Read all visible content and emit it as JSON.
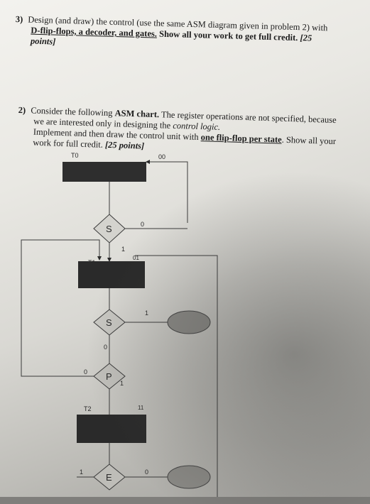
{
  "problem3": {
    "number": "3)",
    "text1": "Design (and draw) the control (use the same ASM diagram given in problem 2) with",
    "text2a": "D-flip-flops, a decoder, and gates.",
    "text2b": " Show all your work to get full credit.",
    "text2c": "  [25",
    "text3": "points]"
  },
  "problem2": {
    "number": "2)",
    "l1a": "Consider the following ",
    "l1b": "ASM chart.",
    "l1c": " The register operations are not specified, because",
    "l2a": "we are interested only in designing the ",
    "l2b": "control logic.",
    "l3a": "Implement and then draw the control unit with ",
    "l3b": "one flip-flop per state",
    "l3c": ". Show all your",
    "l4a": "work for full credit. ",
    "l4b": "[25 points]"
  },
  "asm": {
    "state_T0": "T0",
    "code_T0": "00",
    "decision1_var": "S",
    "decision1_zero": "0",
    "decision1_one": "1",
    "state_T1": "T1",
    "code_T1": "01",
    "decision2_var": "S",
    "decision2_one": "1",
    "decision2_zero": "0",
    "decision3_var": "P",
    "decision3_zero": "0",
    "decision3_one": "1",
    "state_T2": "T2",
    "code_T2": "11",
    "decision4_var": "E",
    "decision4_one": "1",
    "decision4_zero": "0"
  }
}
